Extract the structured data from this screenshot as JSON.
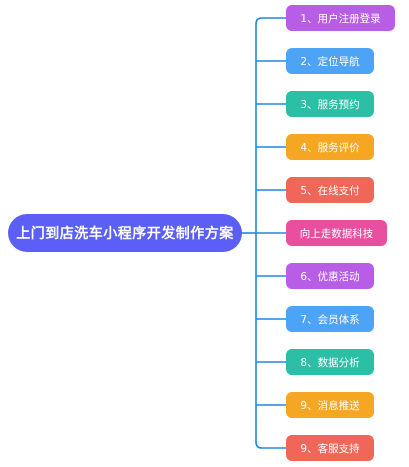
{
  "root": {
    "label": "上门到店洗车小程序开发制作方案",
    "color": "#5b5ff5"
  },
  "connector_color": "#1e88e5",
  "branches": [
    {
      "label": "1、用户注册登录",
      "color": "#b85ee6"
    },
    {
      "label": "2、定位导航",
      "color": "#4da3f5"
    },
    {
      "label": "3、服务预约",
      "color": "#2bbfa5"
    },
    {
      "label": "4、服务评价",
      "color": "#f5a623"
    },
    {
      "label": "5、在线支付",
      "color": "#f0675a"
    },
    {
      "label": "向上走数据科技",
      "color": "#e94f9e"
    },
    {
      "label": "6、优惠活动",
      "color": "#b85ee6"
    },
    {
      "label": "7、会员体系",
      "color": "#4da3f5"
    },
    {
      "label": "8、数据分析",
      "color": "#2bbfa5"
    },
    {
      "label": "9、消息推送",
      "color": "#f5a623"
    },
    {
      "label": "9、客服支持",
      "color": "#f0675a"
    }
  ]
}
